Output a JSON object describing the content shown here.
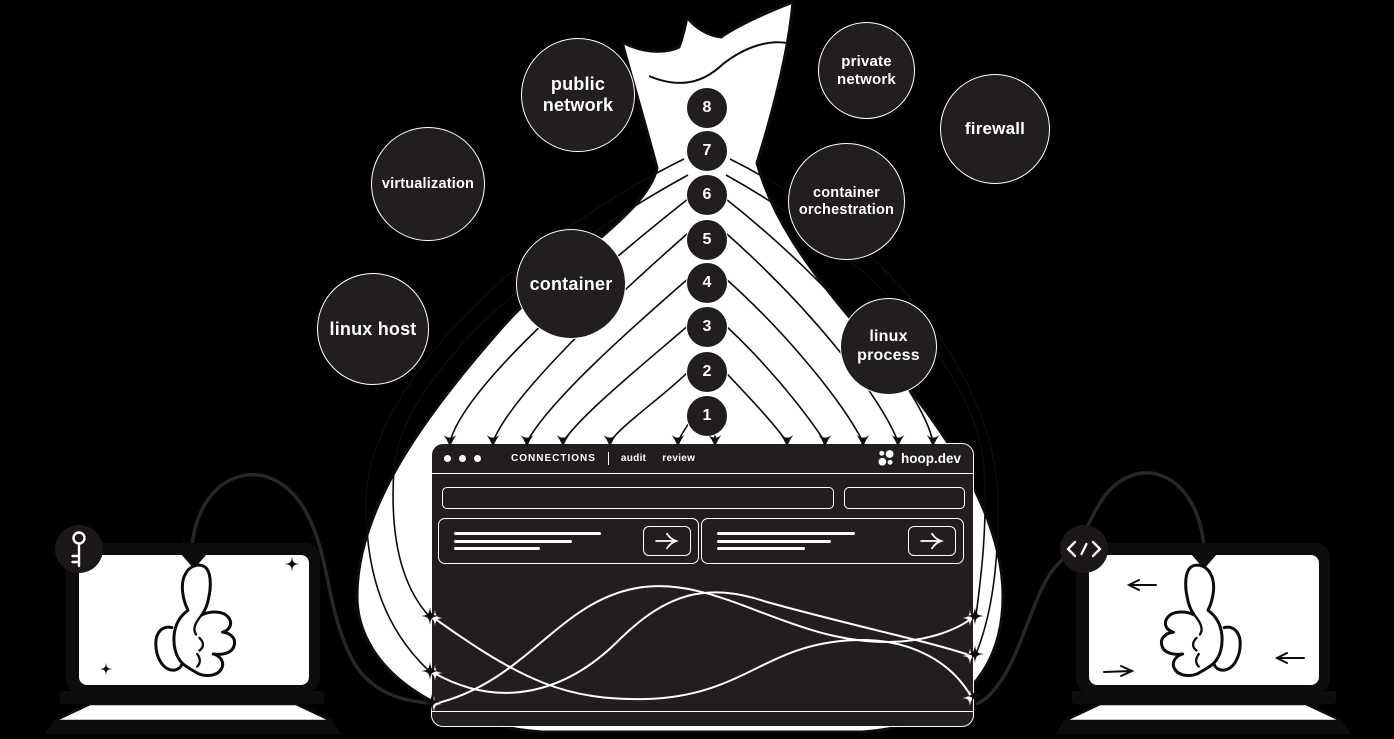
{
  "colors": {
    "background": "#000000",
    "panel_dark": "#221e1f",
    "ink": "#0d0b0c",
    "paper": "#ffffff"
  },
  "onion": {
    "layers": [
      "8",
      "7",
      "6",
      "5",
      "4",
      "3",
      "2",
      "1"
    ],
    "labels": [
      {
        "id": "public-network",
        "text": "public network"
      },
      {
        "id": "virtualization",
        "text": "virtualization"
      },
      {
        "id": "container",
        "text": "container"
      },
      {
        "id": "linux-host",
        "text": "linux host"
      },
      {
        "id": "private-network",
        "text": "private network"
      },
      {
        "id": "firewall",
        "text": "firewall"
      },
      {
        "id": "container-orchestration",
        "text": "container orchestration"
      },
      {
        "id": "linux-process",
        "text": "linux process"
      }
    ]
  },
  "app_window": {
    "nav_title": "CONNECTIONS",
    "nav_items": [
      "audit",
      "review"
    ],
    "brand": "hoop.dev",
    "icons": {
      "window_controls": "window-dots",
      "brand_mark": "hoop-logo-icon",
      "submit_button": "arrow-right-icon"
    }
  },
  "laptops": {
    "left": {
      "badge_icon": "key-icon",
      "screen_icon": "thumbs-up"
    },
    "right": {
      "badge_icon": "code-icon",
      "badge_glyph": "</>",
      "screen_icon": "thumbs-up"
    }
  }
}
